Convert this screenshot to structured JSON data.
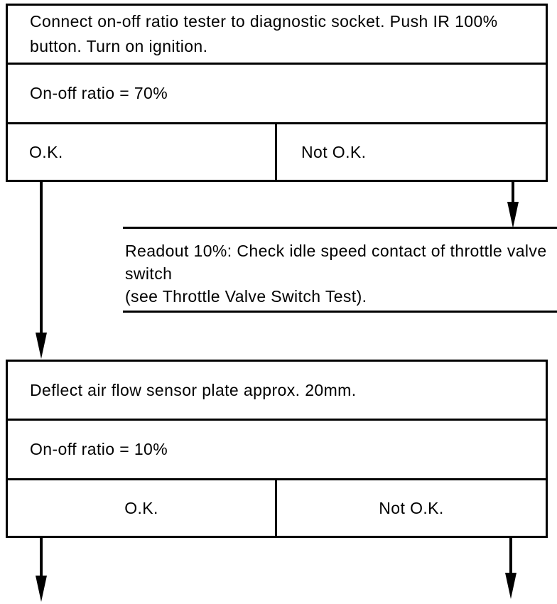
{
  "colors": {
    "ink": "#000000",
    "paper": "#ffffff"
  },
  "box1": {
    "instruction_line1": "Connect on-off ratio tester to diagnostic socket. Push IR 100%",
    "instruction_line2": "button. Turn on ignition.",
    "condition": "On-off ratio = 70%",
    "ok_label": "O.K.",
    "not_ok_label": "Not O.K."
  },
  "note": {
    "line1": "Readout 10%: Check idle speed contact of throttle valve",
    "line2": "switch",
    "line3": "(see Throttle Valve Switch Test)."
  },
  "box2": {
    "instruction": "Deflect air flow sensor plate approx. 20mm.",
    "condition": "On-off ratio = 10%",
    "ok_label": "O.K.",
    "not_ok_label": "Not O.K."
  }
}
